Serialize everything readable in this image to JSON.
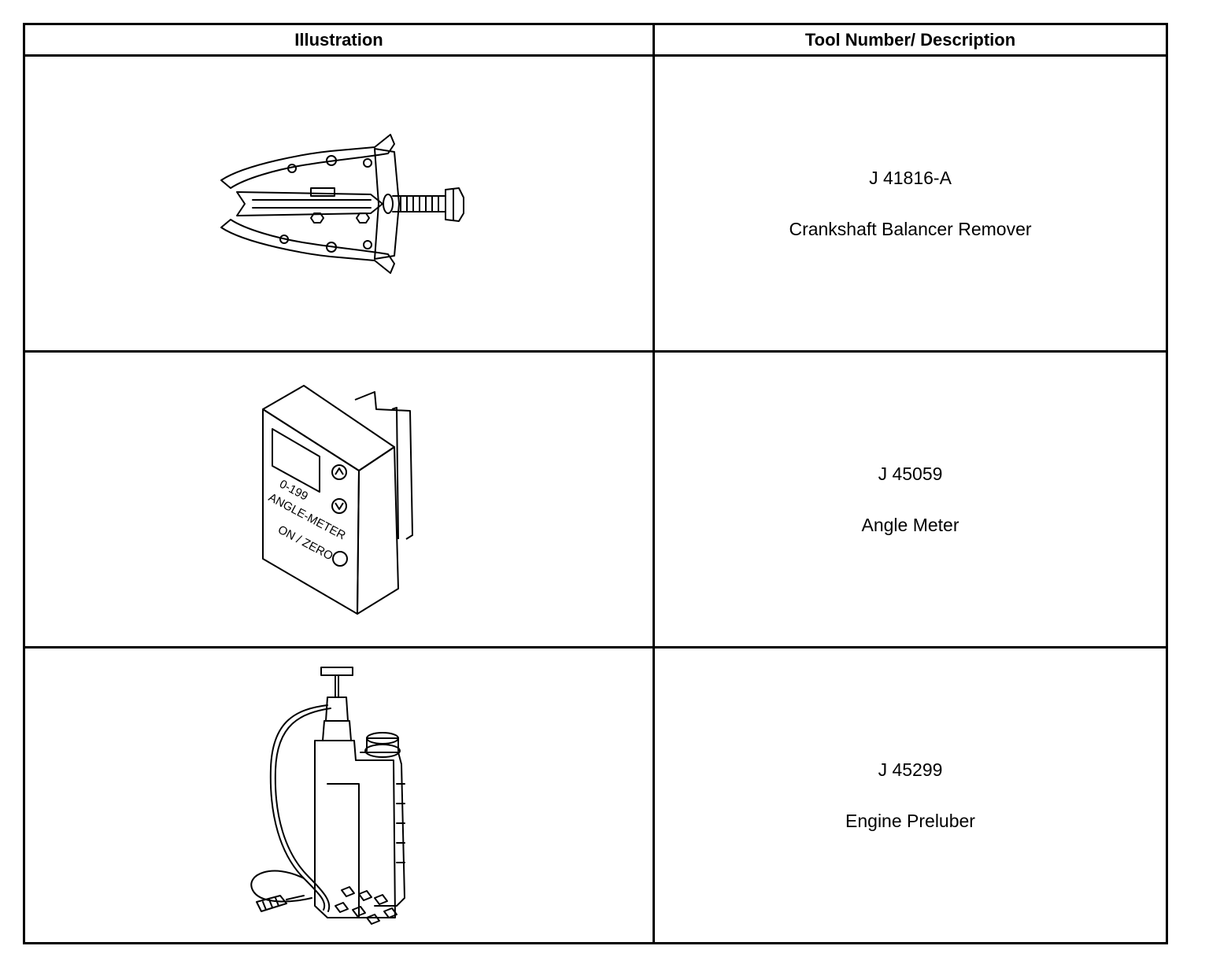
{
  "table": {
    "headers": [
      "Illustration",
      "Tool Number/ Description"
    ],
    "rows": [
      {
        "tool_number": "J 41816-A",
        "description": "Crankshaft Balancer Remover",
        "icon": "puller-icon"
      },
      {
        "tool_number": "J 45059",
        "description": "Angle Meter",
        "icon": "angle-meter-icon",
        "device_labels": {
          "display": "0-199",
          "name": "ANGLE-METER",
          "button": "ON / ZERO"
        }
      },
      {
        "tool_number": "J 45299",
        "description": "Engine Preluber",
        "icon": "preluber-icon"
      }
    ]
  }
}
